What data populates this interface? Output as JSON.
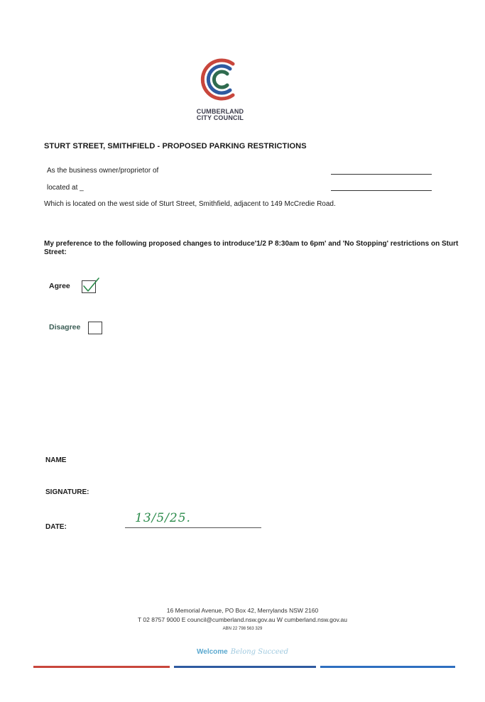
{
  "header": {
    "logo_icon": "cumberland-c-logo-icon",
    "logo_line1": "CUMBERLAND",
    "logo_line2": "CITY COUNCIL",
    "colors": {
      "red": "#c8463c",
      "blue": "#2e5aa0",
      "green": "#2f6b4f"
    }
  },
  "title": "STURT STREET, SMITHFIELD - PROPOSED PARKING RESTRICTIONS",
  "form": {
    "owner_label": "As the business owner/proprietor of",
    "located_label": "located at _",
    "location_statement": "Which is located on the west side of Sturt Street, Smithfield, adjacent to 149 McCredie Road."
  },
  "preference": {
    "question": "My preference to the following proposed changes to introduce'1/2 P 8:30am to 6pm' and 'No Stopping' restrictions on Sturt Street:",
    "options": [
      {
        "label": "Agree",
        "checked": true
      },
      {
        "label": "Disagree",
        "checked": false
      }
    ],
    "check_color": "#2a8a4a"
  },
  "fields": {
    "name_label": "NAME",
    "signature_label": "SIGNATURE:",
    "date_label": "DATE:",
    "date_value": "13/5/25."
  },
  "footer": {
    "address": "16 Memorial Avenue, PO Box 42, Merrylands NSW 2160",
    "contact": "T 02 8757 9000   E council@cumberland.nsw.gov.au   W cumberland.nsw.gov.au",
    "abn": "ABN 22 798 563 329",
    "welcome": "Welcome",
    "tagline": "Belong Succeed",
    "bar_colors": [
      "#c8463c",
      "#2e5aa0",
      "#2e6fc0"
    ]
  }
}
